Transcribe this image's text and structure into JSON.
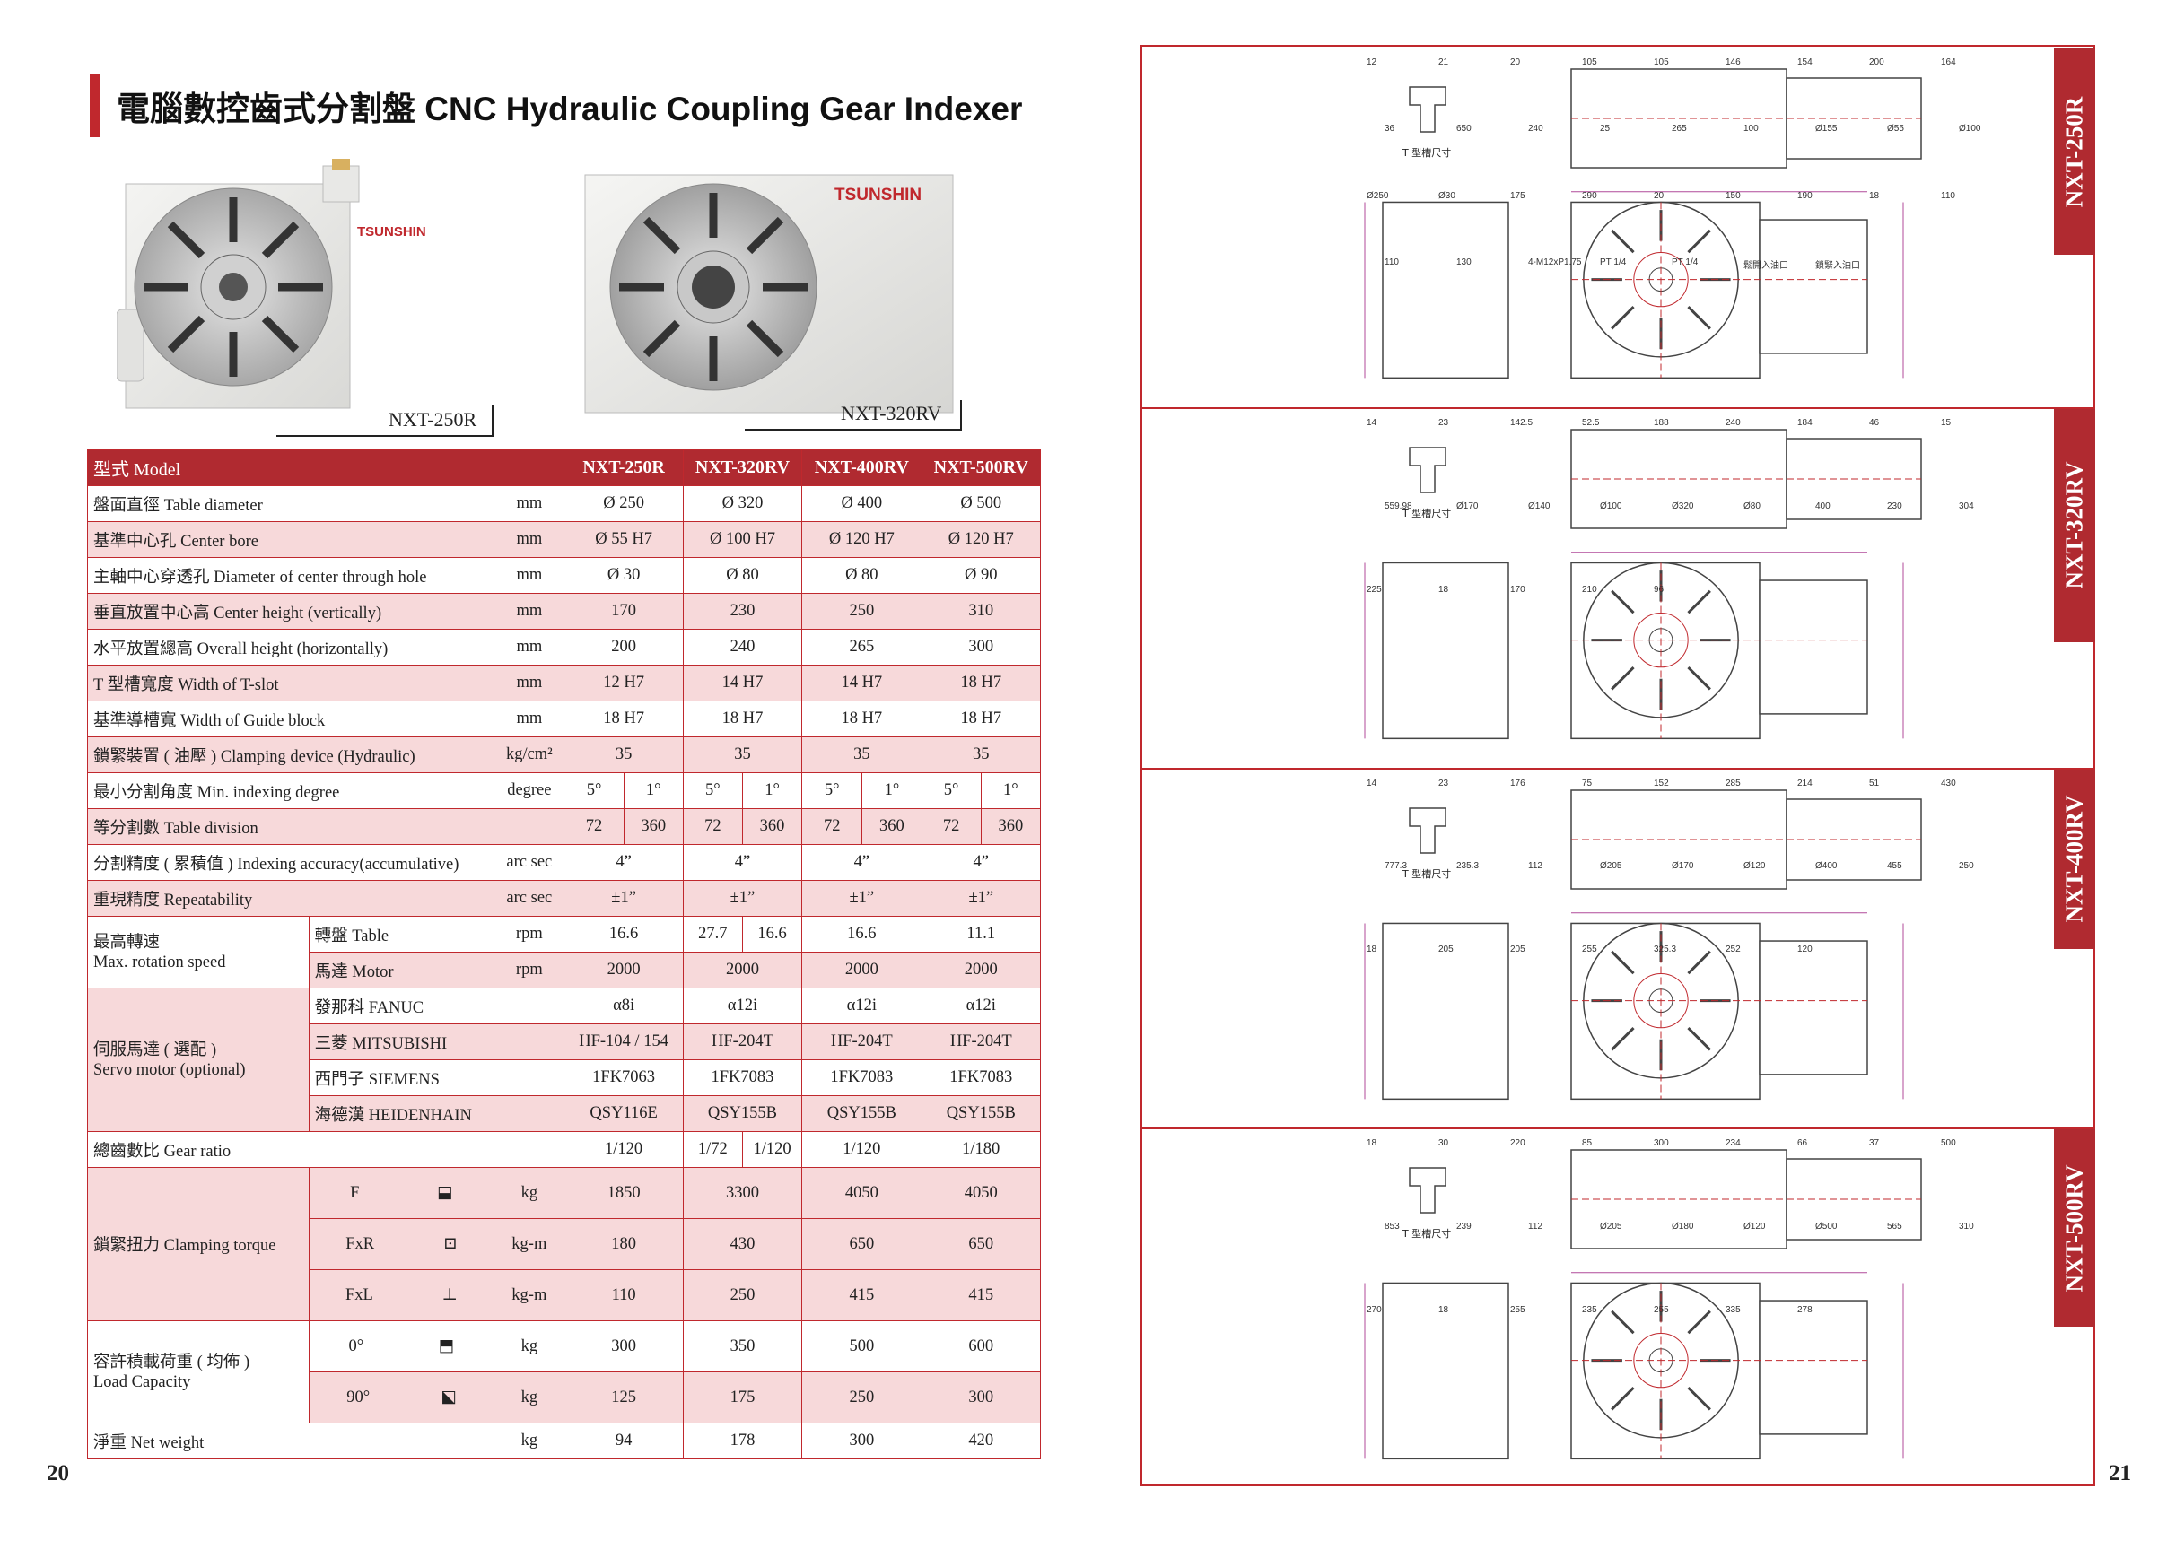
{
  "header": {
    "title": "電腦數控齒式分割盤 CNC Hydraulic Coupling Gear Indexer"
  },
  "photos": {
    "brand": "TSUNSHIN",
    "left_caption": "NXT-250R",
    "right_caption": "NXT-320RV"
  },
  "spec": {
    "model_label": "型式 Model",
    "models": [
      "NXT-250R",
      "NXT-320RV",
      "NXT-400RV",
      "NXT-500RV"
    ],
    "rows": [
      {
        "label": "盤面直徑 Table diameter",
        "unit": "mm",
        "v": [
          "Ø 250",
          "Ø 320",
          "Ø 400",
          "Ø 500"
        ]
      },
      {
        "label": "基準中心孔 Center bore",
        "unit": "mm",
        "v": [
          "Ø 55 H7",
          "Ø 100 H7",
          "Ø 120 H7",
          "Ø 120 H7"
        ]
      },
      {
        "label": "主軸中心穿透孔 Diameter of center through hole",
        "unit": "mm",
        "v": [
          "Ø 30",
          "Ø 80",
          "Ø 80",
          "Ø 90"
        ]
      },
      {
        "label": "垂直放置中心高 Center height (vertically)",
        "unit": "mm",
        "v": [
          "170",
          "230",
          "250",
          "310"
        ]
      },
      {
        "label": "水平放置總高 Overall height (horizontally)",
        "unit": "mm",
        "v": [
          "200",
          "240",
          "265",
          "300"
        ]
      },
      {
        "label": "T 型槽寬度 Width of  T-slot",
        "unit": "mm",
        "v": [
          "12 H7",
          "14 H7",
          "14 H7",
          "18 H7"
        ]
      },
      {
        "label": "基準導槽寬 Width of  Guide block",
        "unit": "mm",
        "v": [
          "18 H7",
          "18 H7",
          "18 H7",
          "18 H7"
        ]
      },
      {
        "label": "鎖緊裝置 ( 油壓 ) Clamping device (Hydraulic)",
        "unit": "kg/cm²",
        "v": [
          "35",
          "35",
          "35",
          "35"
        ]
      }
    ],
    "min_index": {
      "label": "最小分割角度 Min. indexing degree",
      "unit": "degree",
      "v": [
        "5°",
        "1°",
        "5°",
        "1°",
        "5°",
        "1°",
        "5°",
        "1°"
      ]
    },
    "division": {
      "label": "等分割數 Table division",
      "unit": "",
      "v": [
        "72",
        "360",
        "72",
        "360",
        "72",
        "360",
        "72",
        "360"
      ]
    },
    "accuracy": {
      "label": "分割精度 ( 累積值 ) Indexing accuracy(accumulative)",
      "unit": "arc sec",
      "v": [
        "4”",
        "4”",
        "4”",
        "4”"
      ]
    },
    "repeat": {
      "label": "重現精度 Repeatability",
      "unit": "arc sec",
      "v": [
        "±1”",
        "±1”",
        "±1”",
        "±1”"
      ]
    },
    "speed": {
      "group": "最高轉速\nMax. rotation speed",
      "table_label": "轉盤 Table",
      "table_unit": "rpm",
      "table_v": [
        "16.6",
        "27.7",
        "16.6",
        "16.6",
        "11.1"
      ],
      "motor_label": "馬達 Motor",
      "motor_unit": "rpm",
      "motor_v": [
        "2000",
        "2000",
        "2000",
        "2000"
      ]
    },
    "servo": {
      "group": "伺服馬達 ( 選配 )\nServo motor (optional)",
      "rows": [
        {
          "label": "發那科 FANUC",
          "v": [
            "α8i",
            "α12i",
            "α12i",
            "α12i"
          ]
        },
        {
          "label": "三菱 MITSUBISHI",
          "v": [
            "HF-104 / 154",
            "HF-204T",
            "HF-204T",
            "HF-204T"
          ]
        },
        {
          "label": "西門子 SIEMENS",
          "v": [
            "1FK7063",
            "1FK7083",
            "1FK7083",
            "1FK7083"
          ]
        },
        {
          "label": "海德漢 HEIDENHAIN",
          "v": [
            "QSY116E",
            "QSY155B",
            "QSY155B",
            "QSY155B"
          ]
        }
      ]
    },
    "gear": {
      "label": "總齒數比 Gear ratio",
      "v": [
        "1/120",
        "1/72",
        "1/120",
        "1/120",
        "1/180"
      ]
    },
    "clamp": {
      "group": "鎖緊扭力 Clamping torque",
      "rows": [
        {
          "label": "F",
          "unit": "kg",
          "v": [
            "1850",
            "3300",
            "4050",
            "4050"
          ]
        },
        {
          "label": "FxR",
          "unit": "kg-m",
          "v": [
            "180",
            "430",
            "650",
            "650"
          ]
        },
        {
          "label": "FxL",
          "unit": "kg-m",
          "v": [
            "110",
            "250",
            "415",
            "415"
          ]
        }
      ]
    },
    "load": {
      "group": "容許積載荷重 ( 均佈 )\nLoad Capacity",
      "rows": [
        {
          "label": "0°",
          "unit": "kg",
          "v": [
            "300",
            "350",
            "500",
            "600"
          ]
        },
        {
          "label": "90°",
          "unit": "kg",
          "v": [
            "125",
            "175",
            "250",
            "300"
          ]
        }
      ]
    },
    "net": {
      "label": "淨重 Net weight",
      "unit": "kg",
      "v": [
        "94",
        "178",
        "300",
        "420"
      ]
    }
  },
  "pages": {
    "left": "20",
    "right": "21"
  },
  "drawings": {
    "sections": [
      {
        "tab": "NXT-250R",
        "tslot_label": "T 型槽尺寸",
        "dims": [
          "12",
          "21",
          "20",
          "105",
          "105",
          "146",
          "154",
          "200",
          "164",
          "36",
          "650",
          "240",
          "25",
          "265",
          "100",
          "Ø155",
          "Ø55",
          "Ø100",
          "Ø250",
          "Ø30",
          "175",
          "290",
          "20",
          "150",
          "190",
          "18",
          "110",
          "110",
          "130",
          "4-M12xP1.75",
          "PT 1/4",
          "PT 1/4",
          "鬆開入油口",
          "鎖緊入油口"
        ]
      },
      {
        "tab": "NXT-320RV",
        "tslot_label": "T 型槽尺寸",
        "dims": [
          "14",
          "23",
          "142.5",
          "52.5",
          "188",
          "240",
          "184",
          "46",
          "15",
          "559.98",
          "Ø170",
          "Ø140",
          "Ø100",
          "Ø320",
          "Ø80",
          "400",
          "230",
          "304",
          "225",
          "18",
          "170",
          "210",
          "96"
        ]
      },
      {
        "tab": "NXT-400RV",
        "tslot_label": "T 型槽尺寸",
        "dims": [
          "14",
          "23",
          "176",
          "75",
          "152",
          "285",
          "214",
          "51",
          "430",
          "777.3",
          "235.3",
          "112",
          "Ø205",
          "Ø170",
          "Ø120",
          "Ø400",
          "455",
          "250",
          "18",
          "205",
          "205",
          "255",
          "325.3",
          "252",
          "120"
        ]
      },
      {
        "tab": "NXT-500RV",
        "tslot_label": "T 型槽尺寸",
        "dims": [
          "18",
          "30",
          "220",
          "85",
          "300",
          "234",
          "66",
          "37",
          "500",
          "853",
          "239",
          "112",
          "Ø205",
          "Ø180",
          "Ø120",
          "Ø500",
          "565",
          "310",
          "270",
          "18",
          "255",
          "235",
          "255",
          "335",
          "278"
        ]
      }
    ]
  },
  "colors": {
    "accent": "#c0282d",
    "header_bg": "#b02a30",
    "pink_row": "#f7d9da"
  }
}
